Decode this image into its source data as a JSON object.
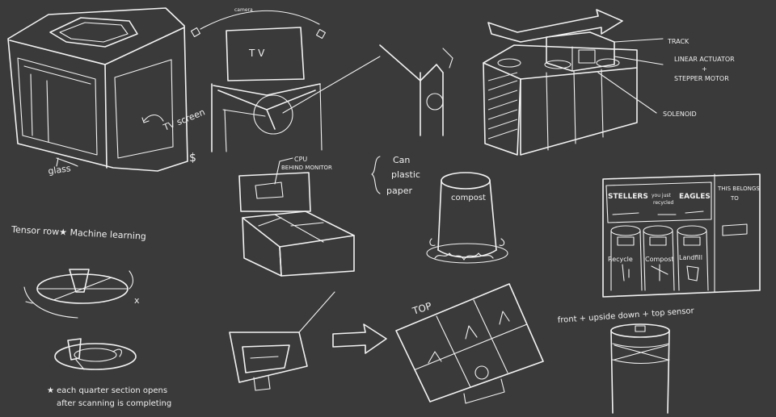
{
  "theme": {
    "background": "#3a3a3a",
    "chalk": "#f2f2f2"
  },
  "labels": {
    "tv_screen": "TV screen",
    "dollar": "$",
    "glass": "glass",
    "camera": "camera",
    "tv": "T V",
    "track": "TRACK",
    "linear_actuator": "LINEAR ACTUATOR",
    "plus": "+",
    "stepper_motor": "STEPPER MOTOR",
    "solenoid": "SOLENOID",
    "cpu": "CPU",
    "behind_monitor": "BEHIND MONITOR",
    "can": "Can",
    "plastic": "plastic",
    "paper": "paper",
    "compost_bin": "compost",
    "tensor_ml": "Tensor row★  Machine learning",
    "x": "x",
    "note_1": "★ each quarter section opens",
    "note_2": "after scanning is completing",
    "top": "TOP",
    "stellers": "STELLERS",
    "you_just": "you just",
    "recycled": "recycled",
    "eagles": "EAGLES",
    "this_belongs": "THIS BELONGS",
    "to": "TO",
    "recycle": "Recycle",
    "compost": "Compost",
    "landfill": "Landfill",
    "sensors": "front + upside down + top sensor"
  }
}
